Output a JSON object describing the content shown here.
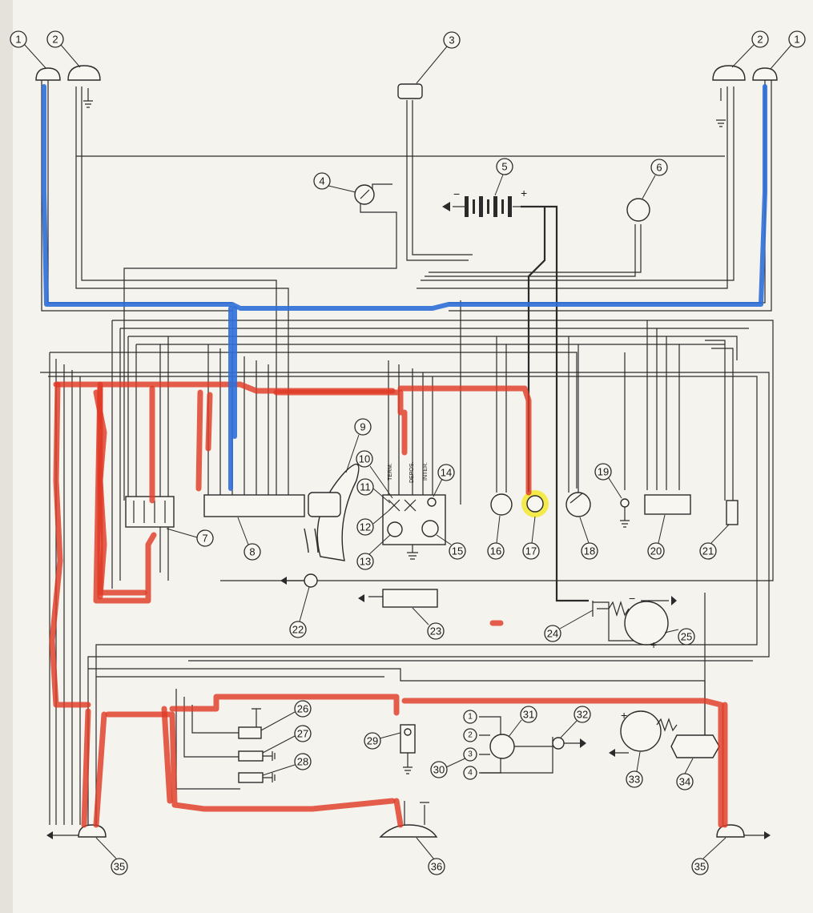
{
  "diagram": {
    "callouts": {
      "n1a": "1",
      "n2a": "2",
      "n3": "3",
      "n2b": "2",
      "n1b": "1",
      "n4": "4",
      "n5": "5",
      "n6": "6",
      "n7": "7",
      "n8": "8",
      "n9": "9",
      "n10": "10",
      "n11": "11",
      "n12": "12",
      "n13": "13",
      "n14": "14",
      "n15": "15",
      "n16": "16",
      "n17": "17",
      "n18": "18",
      "n19": "19",
      "n20": "20",
      "n21": "21",
      "n22": "22",
      "n23": "23",
      "n24": "24",
      "n25": "25",
      "n26": "26",
      "n27": "27",
      "n28": "28",
      "n29": "29",
      "n30": "30",
      "n31": "31",
      "n32": "32",
      "n33": "33",
      "n34": "34",
      "n35a": "35",
      "n36": "36",
      "n35b": "35"
    },
    "distributor_terminals": {
      "t1": "1",
      "t2": "2",
      "t3": "3",
      "t4": "4"
    },
    "terminal_labels": {
      "term": "TERM.",
      "depos": "DEPOS.",
      "inter": "INTER."
    },
    "polarity": {
      "minus": "−",
      "plus": "+"
    },
    "highlights": {
      "red": "#e03a26",
      "blue": "#2f6fd8",
      "yellow": "#f4e93a"
    }
  }
}
